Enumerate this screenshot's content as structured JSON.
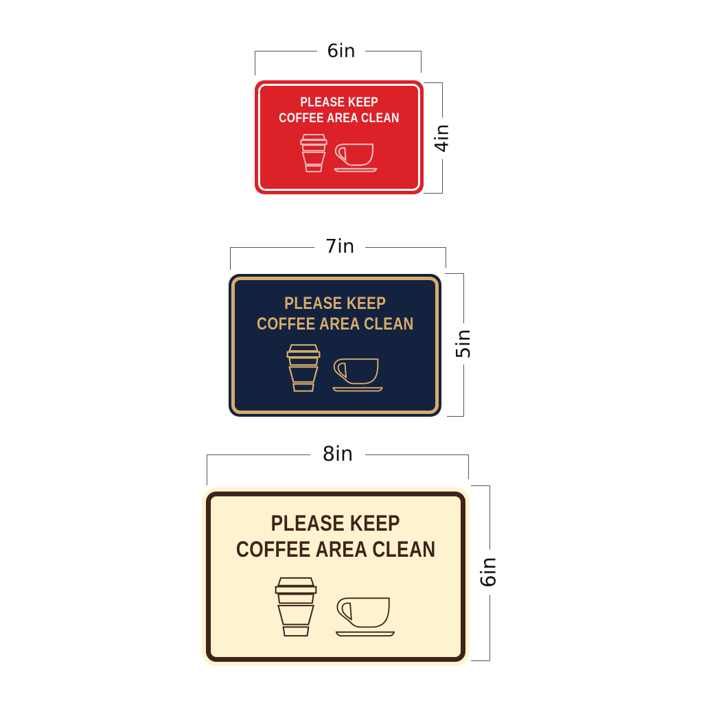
{
  "signs": [
    {
      "id": "small",
      "width_label": "6in",
      "height_label": "4in",
      "title_line1": "PLEASE KEEP",
      "title_line2": "COFFEE AREA CLEAN",
      "colors": {
        "background": "#dc2129",
        "border": "#ffffff",
        "outer": "#dc2129",
        "text": "#ffffff"
      },
      "icons": [
        "to-go-cup-icon",
        "teacup-icon"
      ]
    },
    {
      "id": "medium",
      "width_label": "7in",
      "height_label": "5in",
      "title_line1": "PLEASE KEEP",
      "title_line2": "COFFEE AREA CLEAN",
      "colors": {
        "background": "#13223f",
        "border": "#d9ac6a",
        "outer": "#13223f",
        "text": "#d9ac6a"
      },
      "icons": [
        "to-go-cup-icon",
        "teacup-icon"
      ]
    },
    {
      "id": "large",
      "width_label": "8in",
      "height_label": "6in",
      "title_line1": "PLEASE KEEP",
      "title_line2": "COFFEE AREA CLEAN",
      "colors": {
        "background": "#fff3cf",
        "border": "#3f2319",
        "outer": "#fff3cf",
        "text": "#3f2319"
      },
      "icons": [
        "to-go-cup-icon",
        "teacup-icon"
      ]
    }
  ]
}
